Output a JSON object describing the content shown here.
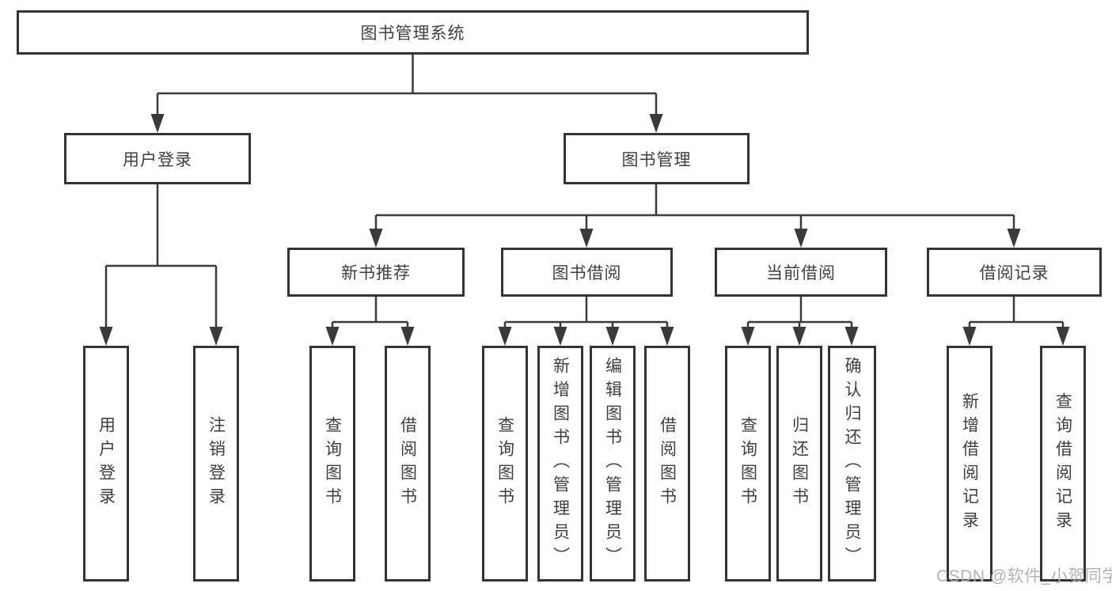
{
  "colors": {
    "line": "#3a3a3a",
    "box_border": "#343434",
    "text": "#3f3f3f",
    "watermark": "#b3b3b3",
    "background": "#ffffff"
  },
  "watermark": "CSDN @软件_小贺同学",
  "diagram": {
    "type": "tree",
    "root": {
      "label": "图书管理系统",
      "children": [
        {
          "label": "用户登录",
          "children": [
            {
              "label": "用户登录"
            },
            {
              "label": "注销登录"
            }
          ]
        },
        {
          "label": "图书管理",
          "children": [
            {
              "label": "新书推荐",
              "children": [
                {
                  "label": "查询图书"
                },
                {
                  "label": "借阅图书"
                }
              ]
            },
            {
              "label": "图书借阅",
              "children": [
                {
                  "label": "查询图书"
                },
                {
                  "label": "新增图书（管理员）"
                },
                {
                  "label": "编辑图书（管理员）"
                },
                {
                  "label": "借阅图书"
                }
              ]
            },
            {
              "label": "当前借阅",
              "children": [
                {
                  "label": "查询图书"
                },
                {
                  "label": "归还图书"
                },
                {
                  "label": "确认归还（管理员）"
                }
              ]
            },
            {
              "label": "借阅记录",
              "children": [
                {
                  "label": "新增借阅记录"
                },
                {
                  "label": "查询借阅记录"
                }
              ]
            }
          ]
        }
      ]
    }
  }
}
